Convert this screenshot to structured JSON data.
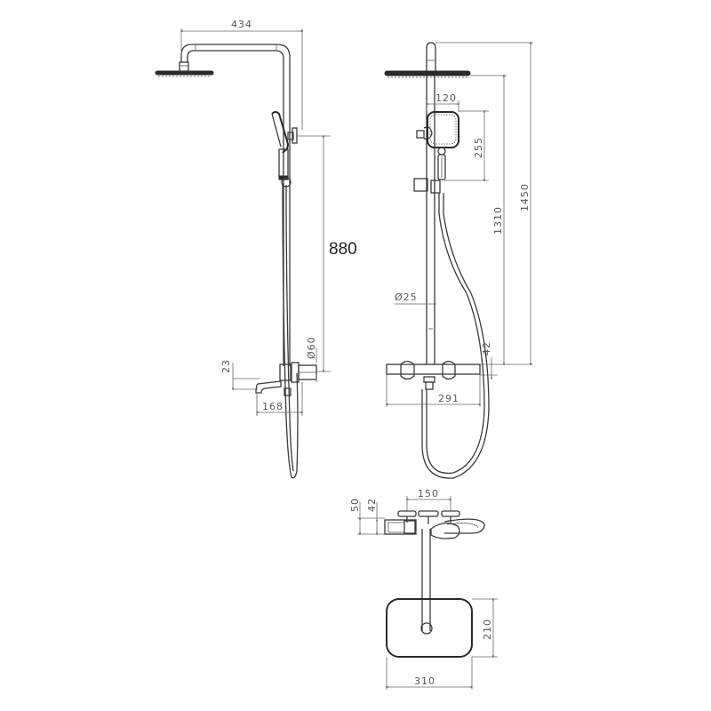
{
  "drawing": {
    "subject": "Thermostatic shower system with bath spout",
    "colors": {
      "line": "#3a3a3a",
      "dimension": "#666666",
      "text": "#555555",
      "background": "#ffffff"
    }
  },
  "side_view": {
    "dims": {
      "arm_reach": "434",
      "slide_height": "880",
      "wall_flange": "Ø60",
      "spout_drop": "23",
      "spout_projection": "168"
    }
  },
  "front_view": {
    "dims": {
      "handshower_width": "120",
      "handshower_length": "255",
      "total_height": "1450",
      "head_height": "1310",
      "riser_diameter": "Ø25",
      "mixer_height": "42",
      "mixer_width": "291"
    }
  },
  "top_view": {
    "dims": {
      "centers": "150",
      "depth_outer": "50",
      "depth_inner": "42",
      "head_depth": "210",
      "head_width": "310"
    }
  }
}
